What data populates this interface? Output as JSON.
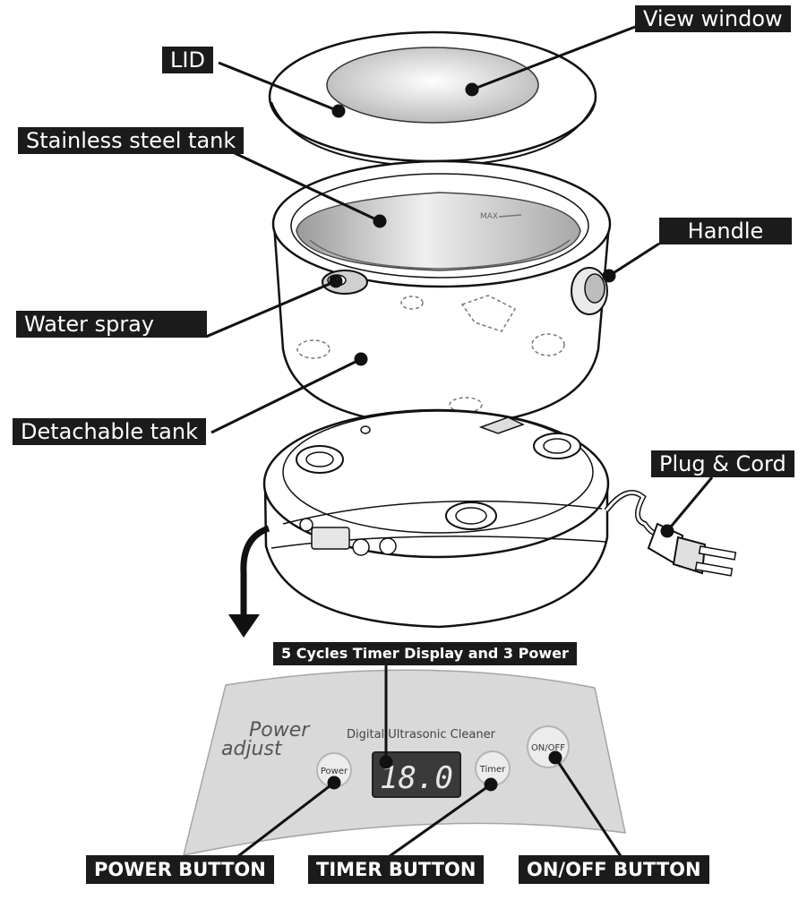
{
  "labels": {
    "lid": "LID",
    "view_window": "View window",
    "stainless_tank": "Stainless steel tank",
    "handle": "Handle",
    "water_spray": "Water spray",
    "detachable_tank": "Detachable tank",
    "plug_cord": "Plug & Cord",
    "timer_display_title": "5 Cycles Timer Display and 3 Power",
    "power_button": "POWER BUTTON",
    "timer_button": "TIMER BUTTON",
    "onoff_button": "ON/OFF BUTTON"
  },
  "panel": {
    "logo_line1": "Power",
    "logo_line2": "adjust",
    "product_name": "Digital Ultrasonic Cleaner",
    "power_key": "Power",
    "timer_key": "Timer",
    "onoff_key": "ON/OFF",
    "display_value": "18.0",
    "tank_max": "MAX"
  },
  "colors": {
    "callout_bg": "#1b1b1b",
    "callout_text": "#ffffff",
    "panel_fill": "#d9d9d9",
    "display_fill": "#3a3a3a",
    "display_digits": "#e8e8e8"
  }
}
